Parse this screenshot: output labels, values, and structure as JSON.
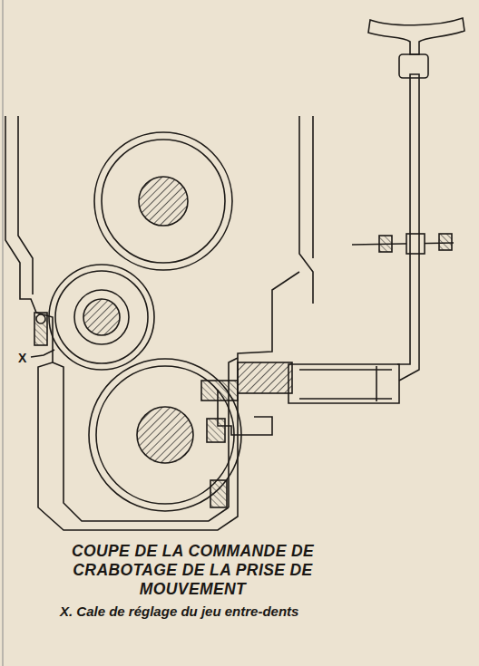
{
  "diagram": {
    "caption": "COUPE DE LA COMMANDE DE CRABOTAGE DE LA PRISE DE MOUVEMENT",
    "labels": [
      "X",
      "X. Cale de réglage du jeu entre-dents"
    ]
  }
}
